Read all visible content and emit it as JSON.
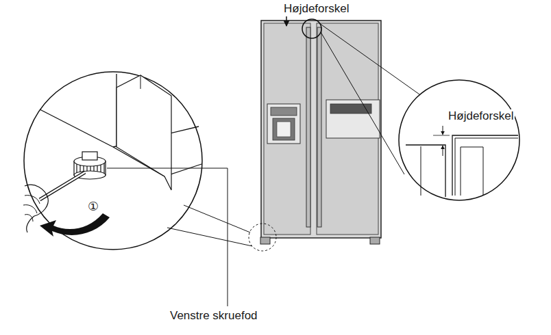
{
  "diagram": {
    "labels": [
      "Højdeforskel",
      "Højdeforskel",
      "Venstre skruefod",
      "①"
    ]
  }
}
